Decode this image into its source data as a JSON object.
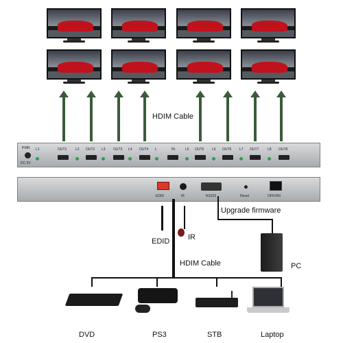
{
  "labels": {
    "hdmi_cable_top": "HDIM Cable",
    "hdmi_cable_bottom": "HDIM Cable",
    "upgrade": "Upgrade firmware",
    "edid": "EDID",
    "ir": "IR",
    "pc": "PC"
  },
  "front_panel": {
    "pwr": "PWR",
    "dc": "DC 5V",
    "outputs": [
      "OUT1",
      "OUT2",
      "OUT3",
      "OUT4",
      "OUT5",
      "OUT6",
      "OUT7",
      "OUT8"
    ],
    "leds": [
      "L1",
      "L2",
      "L3",
      "L4",
      "L",
      "L5",
      "L6",
      "L7",
      "L8"
    ],
    "in": "IN"
  },
  "back_panel": {
    "edid": "EDID",
    "ir": "IR",
    "rs232": "RS232",
    "reset": "Reset",
    "off_on": "OFF/ON"
  },
  "devices": [
    "DVD",
    "PS3",
    "STB",
    "Laptop"
  ]
}
